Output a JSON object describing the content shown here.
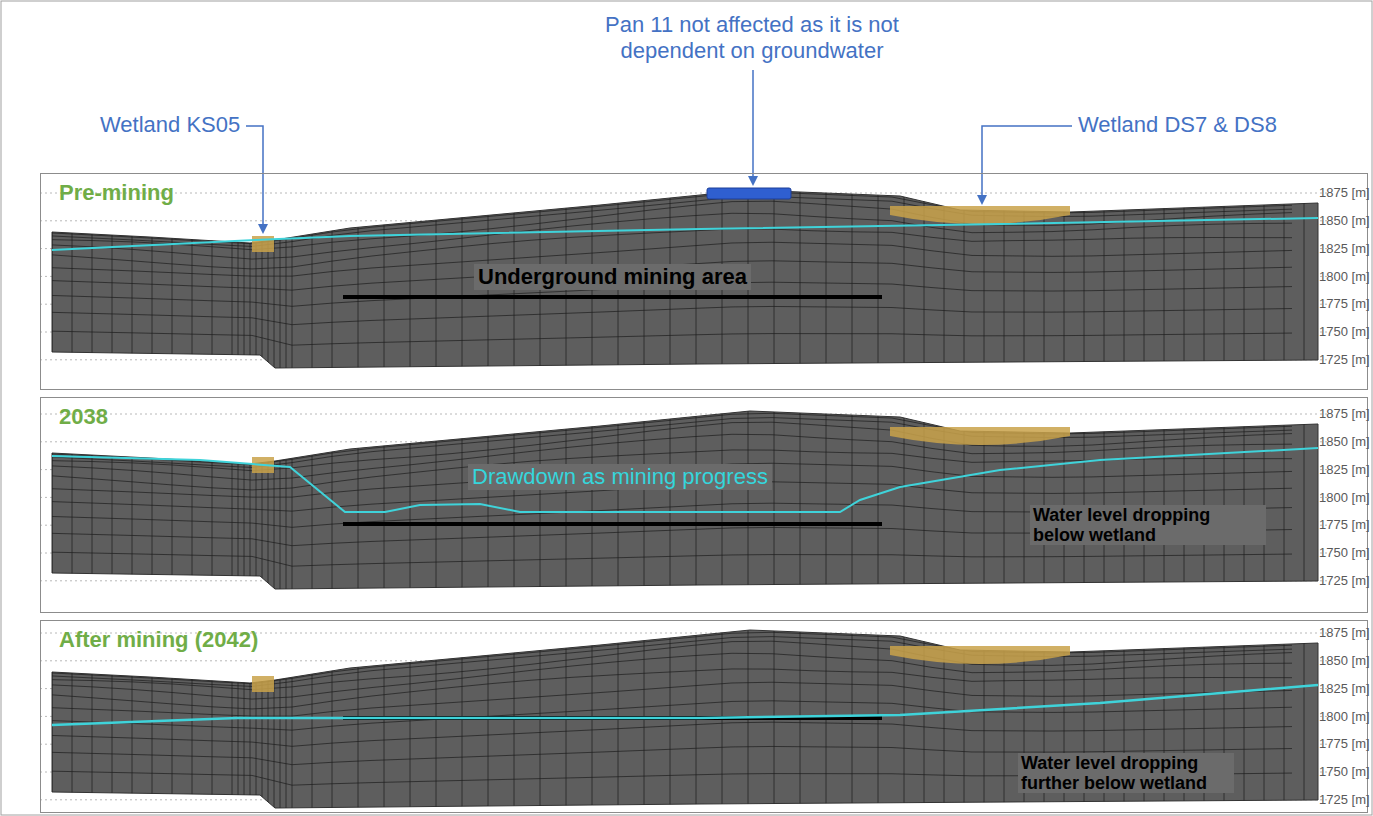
{
  "diagram": {
    "nodes": [
      {
        "text": [
          "Pre-mining"
        ]
      },
      {
        "text": [
          "2038"
        ]
      },
      {
        "text": [
          "After mining (2042)"
        ]
      }
    ],
    "labels": [
      "Pan 11 not affected as it is not dependent on groundwater",
      "Wetland KS05",
      "Wetland DS7 & DS8",
      "Underground mining area",
      "1875 [m]",
      "1850 [m]",
      "1825 [m]",
      "1800 [m]",
      "1775 [m]",
      "1750 [m]",
      "1725 [m]",
      "Drawdown as mining progress",
      "Water level dropping below wetland",
      "1875 [m]",
      "1850 [m]",
      "1825 [m]",
      "1800 [m]",
      "1775 [m]",
      "1750 [m]",
      "1725 [m]",
      "Water level dropping further below wetland",
      "1875 [m]",
      "1850 [m]",
      "1825 [m]",
      "1800 [m]",
      "1775 [m]",
      "1750 [m]",
      "1725 [m]"
    ]
  }
}
